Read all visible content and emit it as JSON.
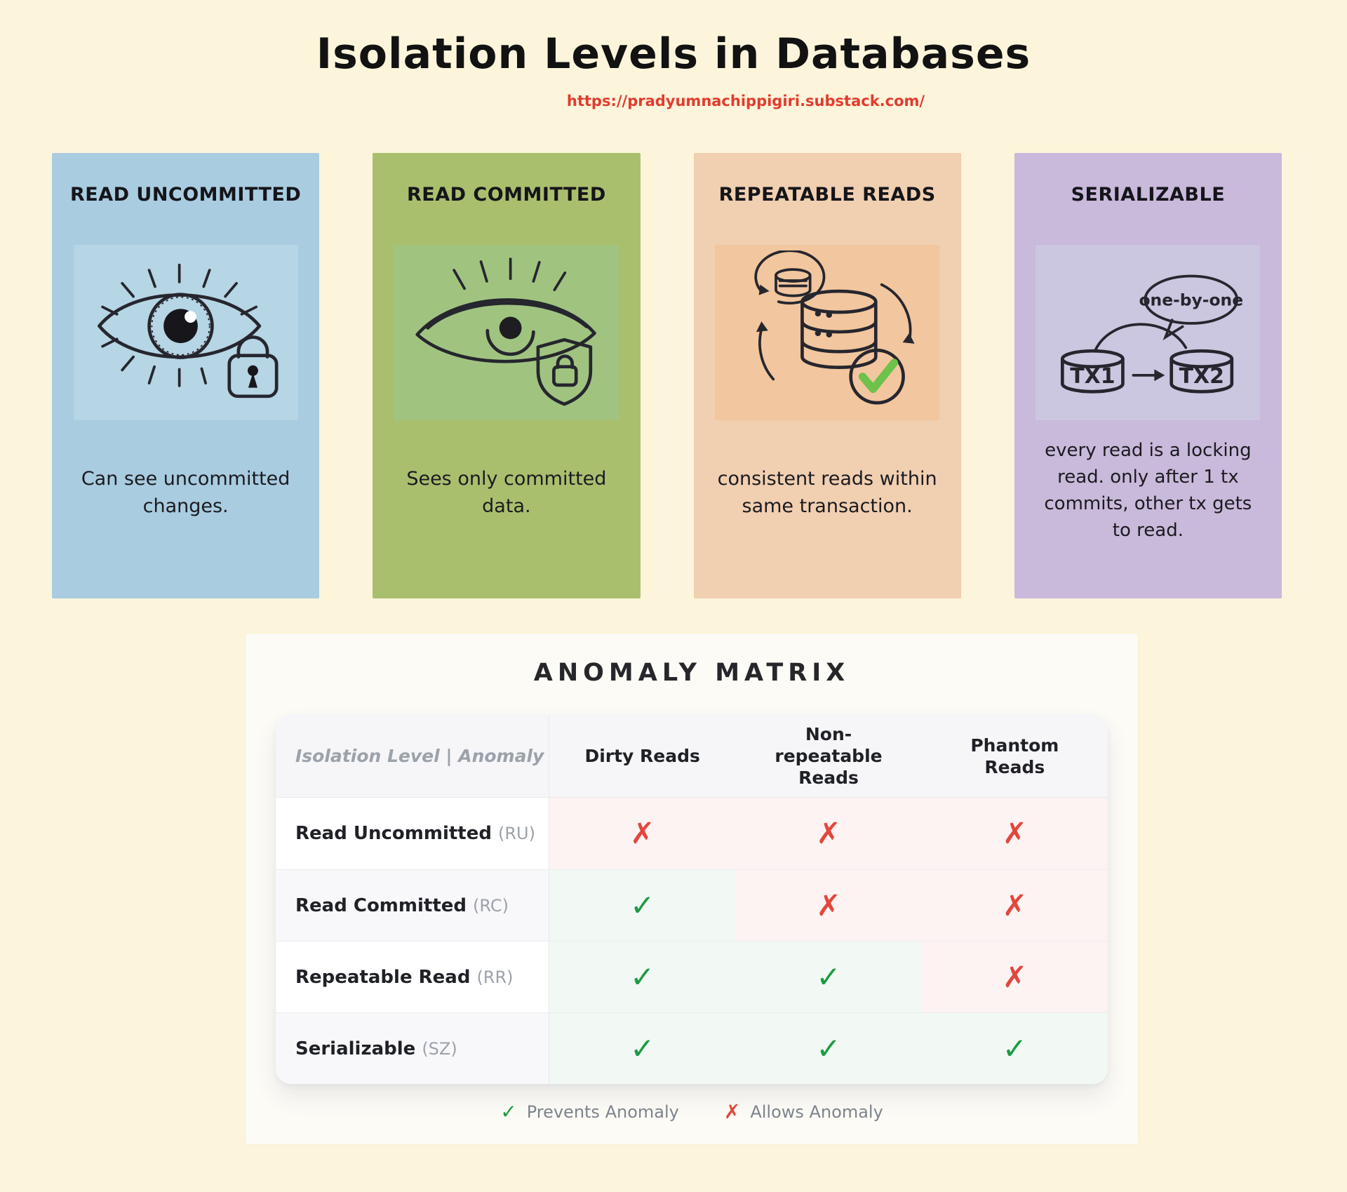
{
  "page": {
    "title": "Isolation Levels in Databases",
    "url": "https://pradyumnachippigiri.substack.com/",
    "background": "#FCF5DB",
    "url_color": "#E23B2E"
  },
  "cards": [
    {
      "title": "READ UNCOMMITTED",
      "description": "Can see uncommitted changes.",
      "bg": "#A9CCE1",
      "tile_bg": "#B6D5E5",
      "icon": "eye-lock-icon"
    },
    {
      "title": "READ COMMITTED",
      "description": "Sees only committed data.",
      "bg": "#AABF6E",
      "tile_bg": "#A0C480",
      "icon": "eye-shield-icon"
    },
    {
      "title": "REPEATABLE READS",
      "description": "consistent reads within same transaction.",
      "bg": "#F1CFB1",
      "tile_bg": "#F2C69E",
      "icon": "database-refresh-check-icon"
    },
    {
      "title": "SERIALIZABLE",
      "description": "every read is a locking read. only after 1 tx commits, other tx gets to read.",
      "bg": "#C9B9DB",
      "tile_bg": "#CBC7E0",
      "icon": "tx-sequence-icon",
      "labels": {
        "tx1": "TX1",
        "tx2": "TX2",
        "bubble": "one-by-one"
      }
    }
  ],
  "matrix": {
    "title": "ANOMALY MATRIX",
    "corner_header": "Isolation Level | Anomaly",
    "columns": [
      "Dirty Reads",
      "Non-repeatable Reads",
      "Phantom Reads"
    ],
    "rows": [
      {
        "label": "Read Uncommitted",
        "abbr": "(RU)",
        "cells": [
          "allows",
          "allows",
          "allows"
        ]
      },
      {
        "label": "Read Committed",
        "abbr": "(RC)",
        "cells": [
          "prevents",
          "allows",
          "allows"
        ]
      },
      {
        "label": "Repeatable Read",
        "abbr": "(RR)",
        "cells": [
          "prevents",
          "prevents",
          "allows"
        ]
      },
      {
        "label": "Serializable",
        "abbr": "(SZ)",
        "cells": [
          "prevents",
          "prevents",
          "prevents"
        ]
      }
    ],
    "mark_glyphs": {
      "prevents": "✓",
      "allows": "✗"
    },
    "legend": [
      {
        "mark": "prevents",
        "label": "Prevents Anomaly"
      },
      {
        "mark": "allows",
        "label": "Allows Anomaly"
      }
    ],
    "colors": {
      "check": "#1E9C44",
      "cross": "#E2473C",
      "check_cell_bg": "#F2F9F4",
      "cross_cell_bg": "#FDF3F3"
    }
  }
}
